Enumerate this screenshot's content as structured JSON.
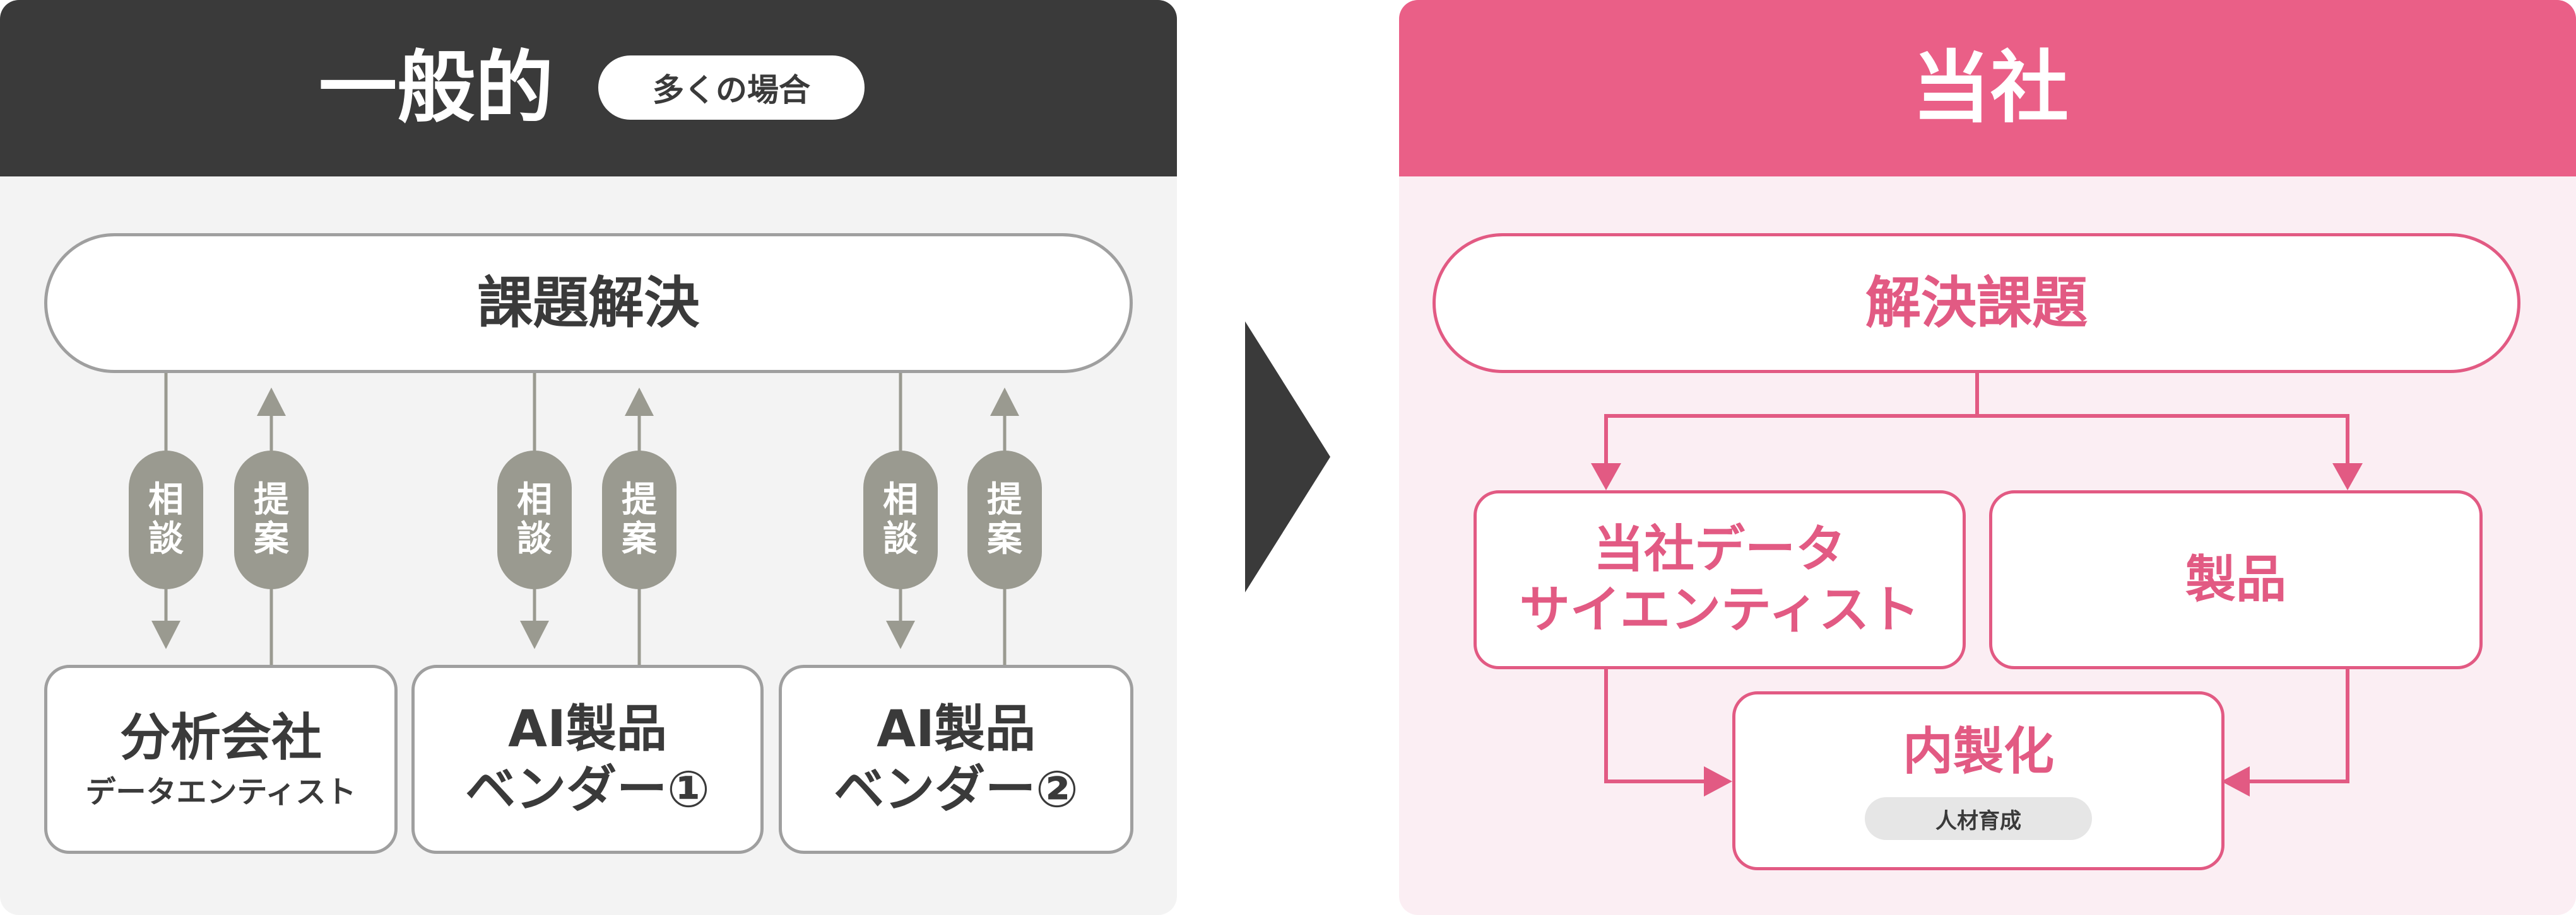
{
  "left": {
    "title": "一般的",
    "badge": "多くの場合",
    "top_box": "課題解決",
    "consult_label": [
      "相",
      "談"
    ],
    "propose_label": [
      "提",
      "案"
    ],
    "vendors": [
      {
        "line1": "分析会社",
        "line2": "データエンティスト"
      },
      {
        "line1": "AI製品",
        "line2": "ベンダー①"
      },
      {
        "line1": "AI製品",
        "line2": "ベンダー②"
      }
    ]
  },
  "right": {
    "title": "当社",
    "top_box": "解決課題",
    "ds_box": {
      "line1": "当社データ",
      "line2": "サイエンティスト"
    },
    "product_box": "製品",
    "inhouse_box": "内製化",
    "inhouse_tag": "人材育成"
  },
  "colors": {
    "dark": "#3a3a3a",
    "gray_border": "#9f9f9f",
    "gray_capsule": "#9a9a90",
    "pink": "#ea5f87",
    "pink_bg": "#fbeef3",
    "light_bg": "#f3f3f3"
  },
  "icons": {
    "transition_arrow": "triangle-right-icon"
  }
}
